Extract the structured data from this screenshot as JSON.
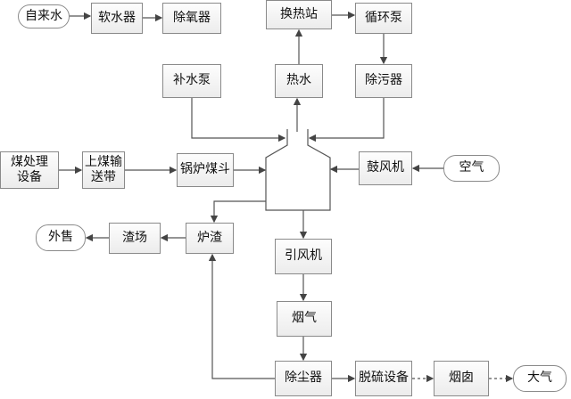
{
  "nodes": {
    "tap_water": "自来水",
    "softener": "软水器",
    "deaerator": "除氧器",
    "heat_station": "换热站",
    "circ_pump": "循环泵",
    "makeup_pump": "补水泵",
    "hot_water": "热水",
    "decontaminator": "除污器",
    "coal_processing": "煤处理设备",
    "coal_conveyor": "上煤输送带",
    "coal_hopper": "锅炉煤斗",
    "blower": "鼓风机",
    "air": "空气",
    "sold": "外售",
    "slag_yard": "渣场",
    "slag": "炉渣",
    "induced_fan": "引风机",
    "flue_gas": "烟气",
    "dust_collector": "除尘器",
    "desulfurization": "脱硫设备",
    "chimney": "烟囱",
    "atmosphere": "大气"
  }
}
